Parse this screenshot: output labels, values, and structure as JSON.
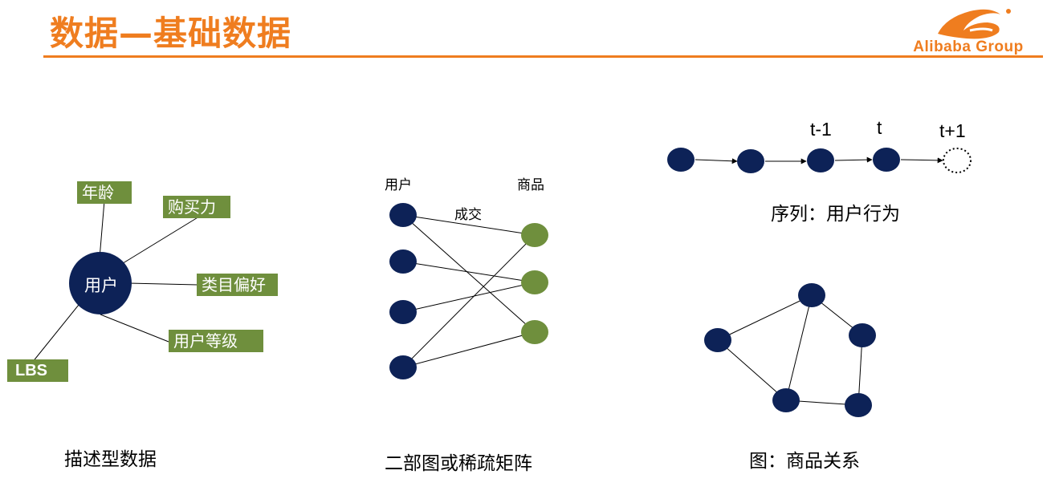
{
  "header": {
    "title": "数据—基础数据",
    "logo_text": "Alibaba Group",
    "accent_color": "#ef7d1f"
  },
  "colors": {
    "node_dark": "#0d2257",
    "node_green": "#6f8f3d"
  },
  "descriptive": {
    "center_label": "用户",
    "attributes": [
      "年龄",
      "购买力",
      "类目偏好",
      "用户等级",
      "LBS"
    ],
    "caption": "描述型数据"
  },
  "bipartite": {
    "left_header": "用户",
    "right_header": "商品",
    "edge_label": "成交",
    "caption": "二部图或稀疏矩阵"
  },
  "sequence": {
    "labels": [
      "t-1",
      "t",
      "t+1"
    ],
    "caption": "序列：用户行为"
  },
  "graph": {
    "caption": "图：商品关系"
  }
}
